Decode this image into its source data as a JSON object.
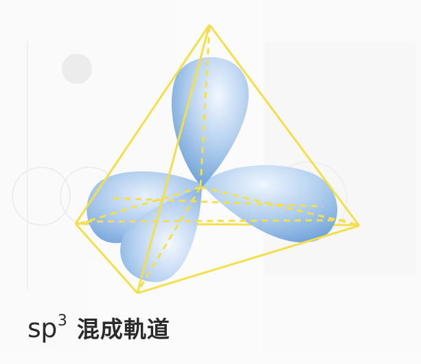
{
  "caption": {
    "main": "sp",
    "superscript": "3",
    "label": "混成軌道"
  },
  "colors": {
    "tetrahedron_edge": "#f2df4a",
    "lobe_light": "#f0f6ff",
    "lobe_mid": "#a9c9ec",
    "lobe_dark": "#6a9fd8",
    "text": "#2a2a2a"
  },
  "icons": {
    "lobes": "sp3-orbital-lobes"
  }
}
